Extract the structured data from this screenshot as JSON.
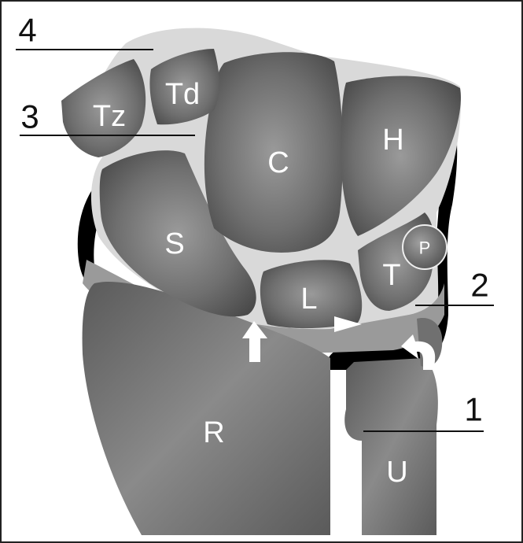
{
  "diagram": {
    "bones": {
      "trapezium": "Tz",
      "trapezoid": "Td",
      "capitate": "C",
      "hamate": "H",
      "scaphoid": "S",
      "lunate": "L",
      "triquetrum": "T",
      "pisiform": "P",
      "radius": "R",
      "ulna": "U"
    },
    "callouts": {
      "one": "1",
      "two": "2",
      "three": "3",
      "four": "4"
    },
    "colors": {
      "bone": "#7c7c7c",
      "bone_dark": "#505050",
      "bone_light": "#a8a8a8",
      "cartilage": "#d9d9d9",
      "ligament": "#000000",
      "frame": "#222222"
    }
  }
}
